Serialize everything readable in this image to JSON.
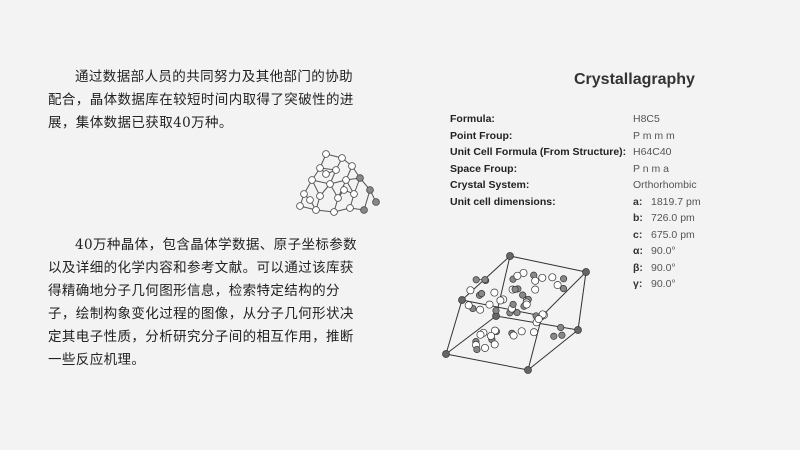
{
  "paragraphs": {
    "p1": "通过数据部人员的共同努力及其他部门的协助配合，晶体数据库在较短时间内取得了突破性的进展，集体数据已获取40万种。",
    "p2": "40万种晶体，包含晶体学数据、原子坐标参数以及详细的化学内容和参考文献。可以通过该库获得精确地分子几何图形信息，检索特定结构的分子，绘制构象变化过程的图像，从分子几何形状决定其电子性质，分析研究分子间的相互作用，推断一些反应机理。"
  },
  "panel": {
    "title": "Crystallagraphy",
    "properties": [
      {
        "label": "Formula:",
        "value": "H8C5"
      },
      {
        "label": "Point Froup:",
        "value": "P m m m"
      },
      {
        "label": "Unit Cell Formula (From Structure):",
        "value": "H64C40"
      },
      {
        "label": "Space Froup:",
        "value": "P n m a"
      },
      {
        "label": "Crystal System:",
        "value": "Orthorhombic"
      },
      {
        "label": "Unit cell dimensions:",
        "value": ""
      }
    ],
    "dimensions": [
      {
        "key": "a:",
        "value": "1819.7 pm"
      },
      {
        "key": "b:",
        "value": "726.0 pm"
      },
      {
        "key": "c:",
        "value": "675.0 pm"
      },
      {
        "key": "α:",
        "value": "90.0°"
      },
      {
        "key": "β:",
        "value": "90.0°"
      },
      {
        "key": "γ:",
        "value": "90.0°"
      }
    ]
  },
  "colors": {
    "atom_white": "#ffffff",
    "atom_gray": "#888888",
    "bond": "#555555"
  }
}
